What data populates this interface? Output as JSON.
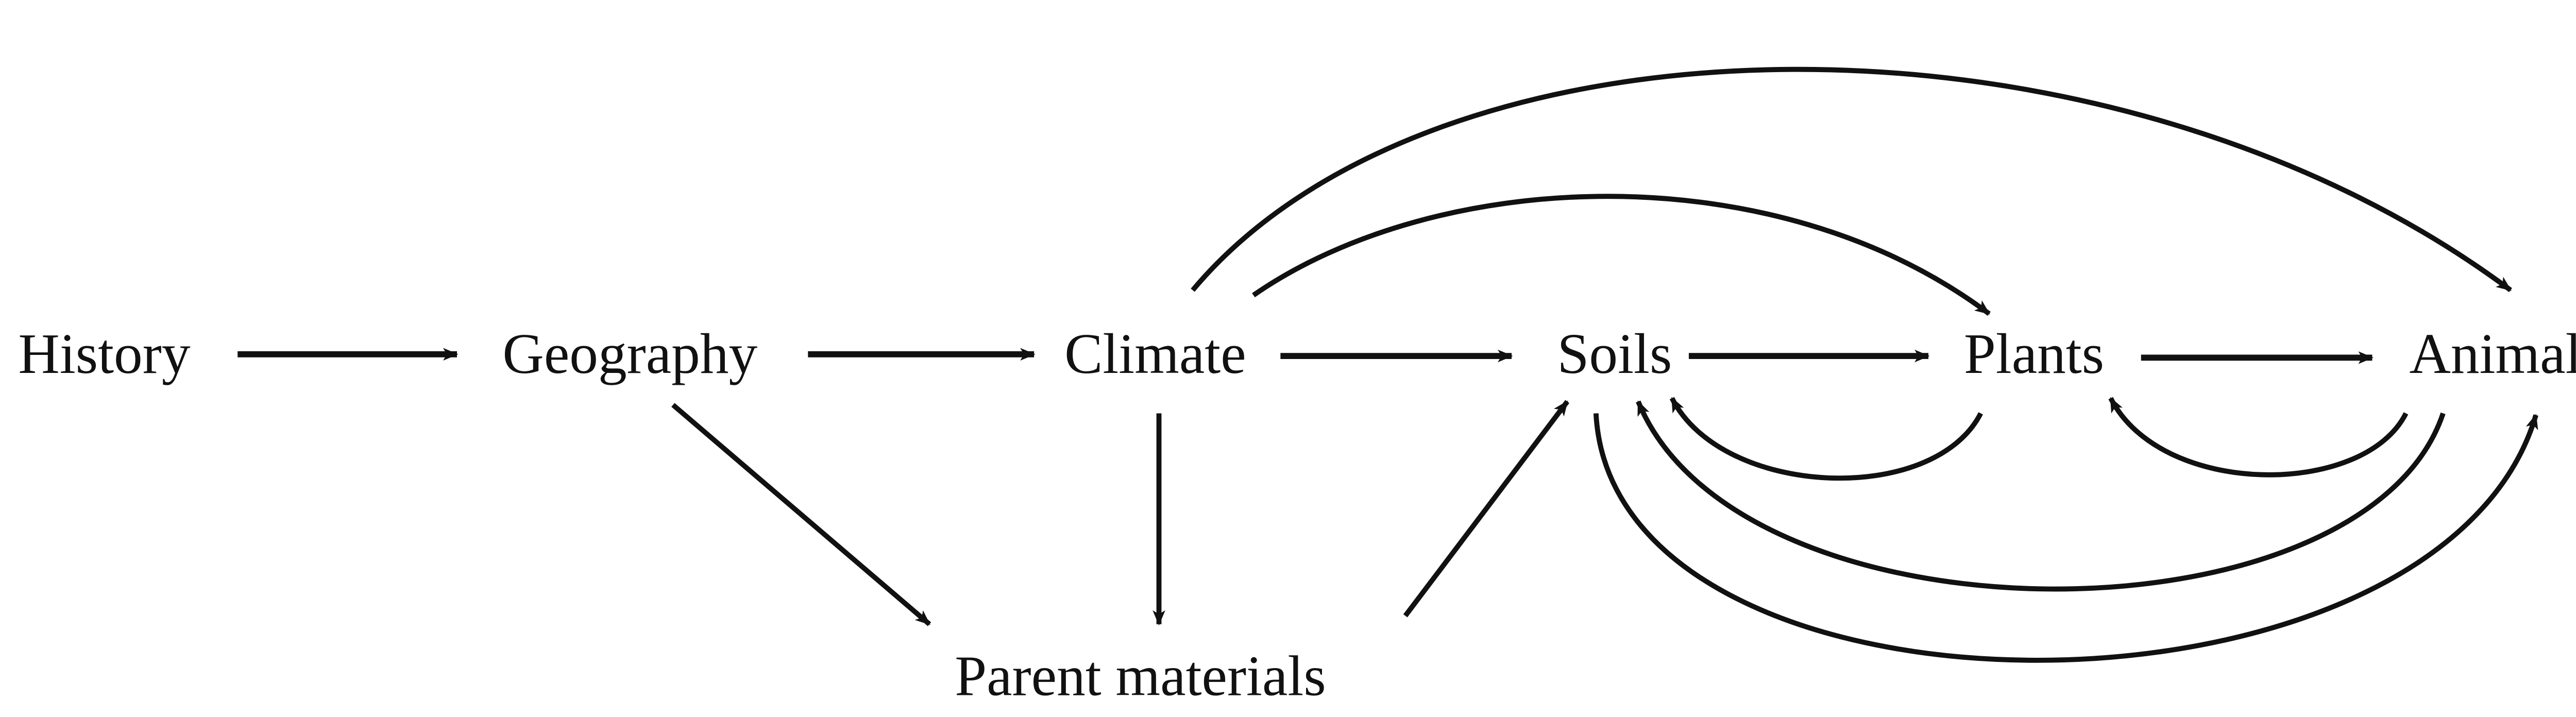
{
  "diagram": {
    "nodes": {
      "history": "History",
      "geography": "Geography",
      "climate": "Climate",
      "soils": "Soils",
      "plants": "Plants",
      "animals": "Animals",
      "parent_materials": "Parent materials"
    },
    "edges": [
      {
        "from": "History",
        "to": "Geography"
      },
      {
        "from": "Geography",
        "to": "Climate"
      },
      {
        "from": "Climate",
        "to": "Soils"
      },
      {
        "from": "Soils",
        "to": "Plants"
      },
      {
        "from": "Plants",
        "to": "Animals"
      },
      {
        "from": "Geography",
        "to": "Parent materials"
      },
      {
        "from": "Climate",
        "to": "Parent materials"
      },
      {
        "from": "Parent materials",
        "to": "Soils"
      },
      {
        "from": "Climate",
        "to": "Plants"
      },
      {
        "from": "Climate",
        "to": "Animals"
      },
      {
        "from": "Plants",
        "to": "Soils"
      },
      {
        "from": "Animals",
        "to": "Plants"
      },
      {
        "from": "Animals",
        "to": "Soils"
      },
      {
        "from": "Soils",
        "to": "Animals"
      }
    ],
    "color": "#111111"
  }
}
